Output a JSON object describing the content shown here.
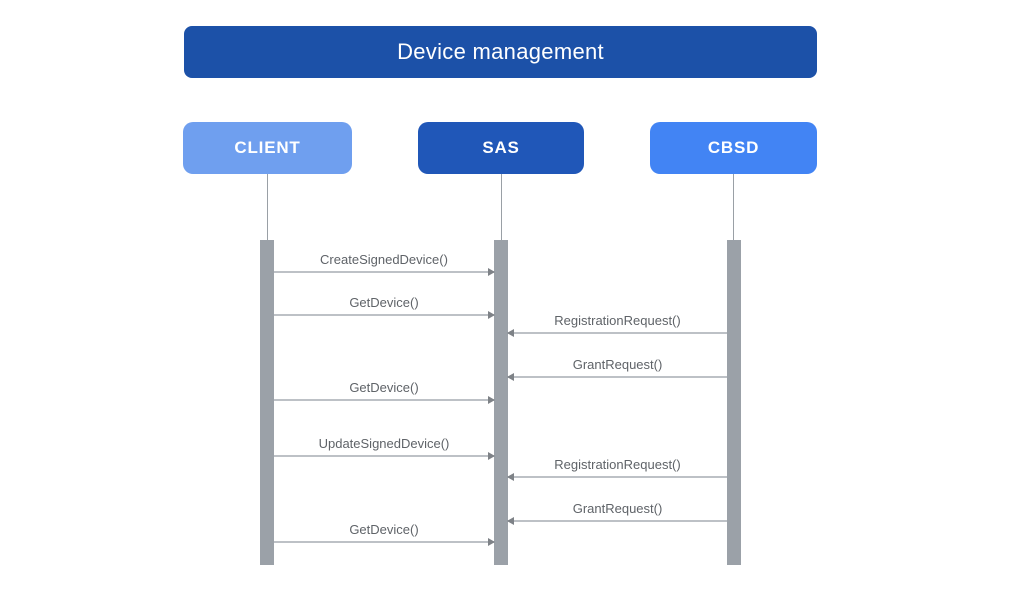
{
  "diagram": {
    "title": "Device management",
    "colors": {
      "title_bg": "#1c51a8",
      "client_bg": "#6f9fef",
      "sas_bg": "#2057b8",
      "cbsd_bg": "#4284f4",
      "activation_bar": "#9ba1a8",
      "lifeline": "#9aa0a6",
      "arrow_line": "#bdc1c6",
      "arrow_head": "#7e8287",
      "label_text": "#5f6368"
    },
    "actors": [
      {
        "id": "client",
        "label": "CLIENT"
      },
      {
        "id": "sas",
        "label": "SAS"
      },
      {
        "id": "cbsd",
        "label": "CBSD"
      }
    ],
    "messages": [
      {
        "label": "CreateSignedDevice()",
        "from": "CLIENT",
        "to": "SAS",
        "direction": "right"
      },
      {
        "label": "GetDevice()",
        "from": "CLIENT",
        "to": "SAS",
        "direction": "right"
      },
      {
        "label": "RegistrationRequest()",
        "from": "CBSD",
        "to": "SAS",
        "direction": "left"
      },
      {
        "label": "GrantRequest()",
        "from": "CBSD",
        "to": "SAS",
        "direction": "left"
      },
      {
        "label": "GetDevice()",
        "from": "CLIENT",
        "to": "SAS",
        "direction": "right"
      },
      {
        "label": "UpdateSignedDevice()",
        "from": "CLIENT",
        "to": "SAS",
        "direction": "right"
      },
      {
        "label": "RegistrationRequest()",
        "from": "CBSD",
        "to": "SAS",
        "direction": "left"
      },
      {
        "label": "GrantRequest()",
        "from": "CBSD",
        "to": "SAS",
        "direction": "left"
      },
      {
        "label": "GetDevice()",
        "from": "CLIENT",
        "to": "SAS",
        "direction": "right"
      }
    ]
  }
}
